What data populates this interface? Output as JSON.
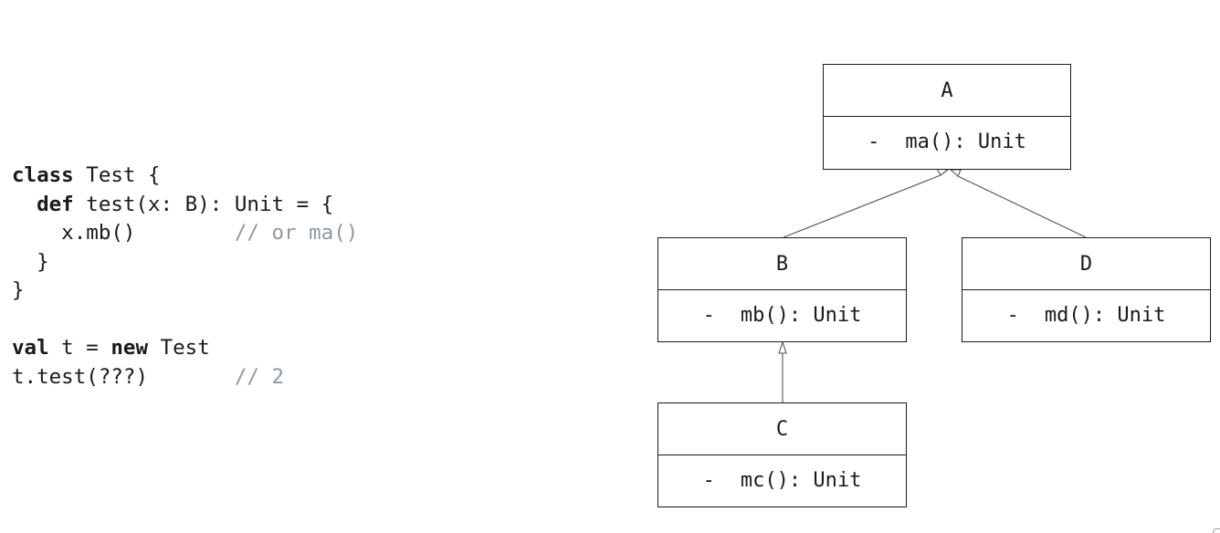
{
  "code": {
    "lines": [
      {
        "tokens": [
          {
            "text": "class",
            "kind": "kw"
          },
          {
            "text": " Test {",
            "kind": "plain"
          }
        ]
      },
      {
        "tokens": [
          {
            "text": "  ",
            "kind": "plain"
          },
          {
            "text": "def",
            "kind": "kw"
          },
          {
            "text": " test(x: B): Unit = {",
            "kind": "plain"
          }
        ]
      },
      {
        "tokens": [
          {
            "text": "    x.mb()        ",
            "kind": "plain"
          },
          {
            "text": "// or ma()",
            "kind": "comment"
          }
        ]
      },
      {
        "tokens": [
          {
            "text": "  }",
            "kind": "plain"
          }
        ]
      },
      {
        "tokens": [
          {
            "text": "}",
            "kind": "plain"
          }
        ]
      },
      {
        "tokens": [
          {
            "text": "",
            "kind": "plain"
          }
        ]
      },
      {
        "tokens": [
          {
            "text": "val",
            "kind": "kw"
          },
          {
            "text": " t = ",
            "kind": "plain"
          },
          {
            "text": "new",
            "kind": "kw"
          },
          {
            "text": " Test",
            "kind": "plain"
          }
        ]
      },
      {
        "tokens": [
          {
            "text": "t.test(???)       ",
            "kind": "plain"
          },
          {
            "text": "// 2",
            "kind": "comment"
          }
        ]
      }
    ]
  },
  "diagram": {
    "classes": [
      {
        "id": "A",
        "name": "A",
        "visibility": "-",
        "method": "ma(): Unit"
      },
      {
        "id": "B",
        "name": "B",
        "visibility": "-",
        "method": "mb(): Unit"
      },
      {
        "id": "C",
        "name": "C",
        "visibility": "-",
        "method": "mc(): Unit"
      },
      {
        "id": "D",
        "name": "D",
        "visibility": "-",
        "method": "md(): Unit"
      }
    ],
    "inheritance": [
      {
        "child": "B",
        "parent": "A"
      },
      {
        "child": "D",
        "parent": "A"
      },
      {
        "child": "C",
        "parent": "B"
      }
    ]
  },
  "colors": {
    "text": "#1a1a1a",
    "comment": "#8a9aa4",
    "edge": "#555555"
  }
}
